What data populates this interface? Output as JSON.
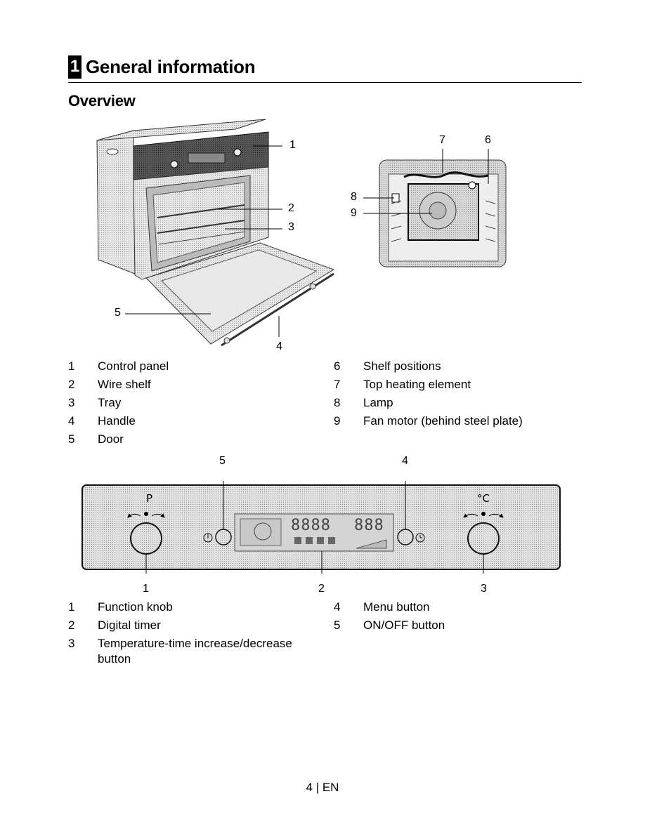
{
  "chapter": {
    "number": "1",
    "title": "General information"
  },
  "section_title": "Overview",
  "overview_callouts": [
    "1",
    "2",
    "3",
    "4",
    "5",
    "6",
    "7",
    "8",
    "9"
  ],
  "overview_legend_left": [
    {
      "num": "1",
      "text": "Control panel"
    },
    {
      "num": "2",
      "text": "Wire shelf"
    },
    {
      "num": "3",
      "text": "Tray"
    },
    {
      "num": "4",
      "text": "Handle"
    },
    {
      "num": "5",
      "text": "Door"
    }
  ],
  "overview_legend_right": [
    {
      "num": "6",
      "text": "Shelf positions"
    },
    {
      "num": "7",
      "text": "Top heating element"
    },
    {
      "num": "8",
      "text": "Lamp"
    },
    {
      "num": "9",
      "text": "Fan motor (behind steel plate)"
    }
  ],
  "panel": {
    "knob_left_symbol": "P",
    "knob_right_symbol": "°C",
    "display_digits_left": "8888",
    "display_digits_right": "888",
    "callouts": [
      "1",
      "2",
      "3",
      "4",
      "5"
    ]
  },
  "panel_legend_left": [
    {
      "num": "1",
      "text": "Function knob"
    },
    {
      "num": "2",
      "text": "Digital timer"
    },
    {
      "num": "3",
      "text": "Temperature-time increase/decrease",
      "text2": "button"
    }
  ],
  "panel_legend_right": [
    {
      "num": "4",
      "text": "Menu button"
    },
    {
      "num": "5",
      "text": "ON/OFF button"
    }
  ],
  "footer": {
    "page": "4 | EN"
  }
}
